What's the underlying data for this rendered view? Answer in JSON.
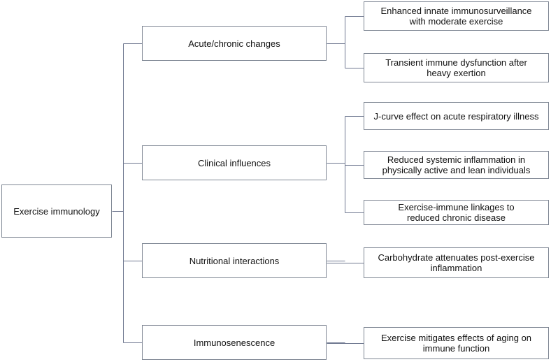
{
  "diagram": {
    "root": "Exercise immunology",
    "categories": [
      {
        "label": "Acute/chronic changes",
        "children": [
          "Enhanced innate immunosurveillance\nwith moderate exercise",
          "Transient immune dysfunction after\nheavy exertion"
        ]
      },
      {
        "label": "Clinical influences",
        "children": [
          "J-curve effect on acute respiratory illness",
          "Reduced systemic inflammation in\nphysically active and lean individuals",
          "Exercise-immune linkages to\nreduced chronic disease"
        ]
      },
      {
        "label": "Nutritional interactions",
        "children": [
          "Carbohydrate attenuates post-exercise\ninflammation"
        ]
      },
      {
        "label": "Immunosenescence",
        "children": [
          "Exercise mitigates effects of aging on\nimmune function"
        ]
      }
    ]
  },
  "colors": {
    "connector": "#6f7890",
    "box_border": "#7f8794",
    "text": "#111111",
    "background": "#ffffff"
  }
}
